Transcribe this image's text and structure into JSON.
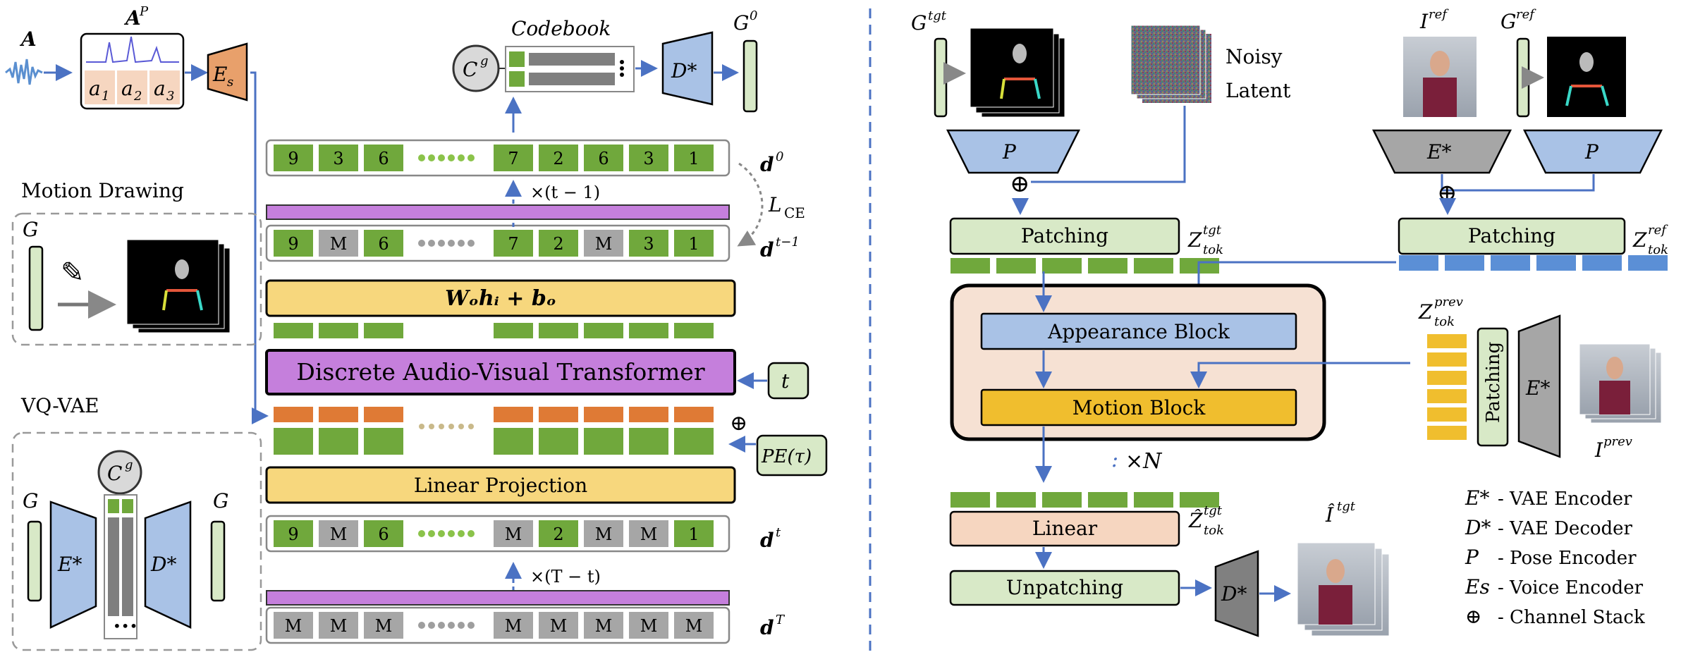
{
  "left": {
    "input_audio": "A",
    "audio_feature": "A",
    "audio_feature_sup": "P",
    "audio_segments": [
      "a",
      "a",
      "a"
    ],
    "audio_segment_subs": [
      "1",
      "2",
      "3"
    ],
    "voice_encoder": "E",
    "voice_encoder_sub": "s",
    "codebook_title": "Codebook",
    "codebook_symbol": "C",
    "codebook_symbol_sup": "g",
    "decoder_symbol": "D*",
    "g0_label": "G",
    "g0_sup": "0",
    "d0_tokens": [
      "9",
      "3",
      "6",
      "7",
      "2",
      "6",
      "3",
      "1"
    ],
    "d0_label": "d",
    "d0_sup": "0",
    "dt1_tokens": [
      "9",
      "M",
      "6",
      "7",
      "2",
      "M",
      "3",
      "1"
    ],
    "dt1_label": "d",
    "dt1_sup": "t−1",
    "iter_label_top": "×(t − 1)",
    "loss_label": "L",
    "loss_sub": "CE",
    "output_layer": "Wₒhᵢ + bₒ",
    "transformer_label": "Discrete Audio-Visual Transformer",
    "time_input": "t",
    "pe_input": "PE(τ)",
    "linear_projection": "Linear Projection",
    "dt_tokens": [
      "9",
      "M",
      "6",
      "M",
      "2",
      "M",
      "M",
      "1"
    ],
    "dt_label": "d",
    "dt_sup": "t",
    "iter_label_bottom": "×(T − t)",
    "dT_tokens": [
      "M",
      "M",
      "M",
      "M",
      "M",
      "M",
      "M",
      "M"
    ],
    "dT_label": "d",
    "dT_sup": "T",
    "motion_drawing_title": "Motion Drawing",
    "motion_g_label": "G",
    "vqvae_title": "VQ-VAE",
    "vq_g_left": "G",
    "vq_g_right": "G",
    "vq_encoder": "E*",
    "vq_decoder": "D*",
    "vq_codebook": "C",
    "vq_codebook_sup": "g"
  },
  "right": {
    "gtgt_label": "G",
    "gtgt_sup": "tgt",
    "noisy_latent_label_1": "Noisy",
    "noisy_latent_label_2": "Latent",
    "pose_encoder_left": "P",
    "patching_left": "Patching",
    "z_tgt_label": "Z",
    "z_tgt_sup": "tgt",
    "z_tgt_sub": "tok",
    "iref_label": "I",
    "iref_sup": "ref",
    "gref_label": "G",
    "gref_sup": "ref",
    "vae_encoder_ref": "E*",
    "pose_encoder_right": "P",
    "patching_ref": "Patching",
    "z_ref_label": "Z",
    "z_ref_sup": "ref",
    "z_ref_sub": "tok",
    "appearance_block": "Appearance Block",
    "motion_block": "Motion Block",
    "repeat_label": "×N",
    "z_prev_label": "Z",
    "z_prev_sup": "prev",
    "z_prev_sub": "tok",
    "patching_prev": "Patching",
    "vae_encoder_prev": "E*",
    "iprev_label": "I",
    "iprev_sup": "prev",
    "z_hat_label": "Ẑ",
    "z_hat_sup": "tgt",
    "z_hat_sub": "tok",
    "linear_block": "Linear",
    "unpatching_block": "Unpatching",
    "decoder_out": "D*",
    "ihat_label": "Î",
    "ihat_sup": "tgt",
    "legend": [
      {
        "symbol": "E*",
        "text": " - VAE Encoder"
      },
      {
        "symbol": "D*",
        "text": " - VAE Decoder"
      },
      {
        "symbol": "P",
        "text": "   - Pose Encoder"
      },
      {
        "symbol": "Es",
        "text": " - Voice Encoder"
      },
      {
        "symbol": "⊕",
        "text": " - Channel Stack"
      }
    ]
  },
  "colors": {
    "green_token": "#70a83c",
    "gray_token": "#a6a6a6",
    "orange_token": "#df7a35",
    "purple_bar": "#c57fdc",
    "yellow_box": "#f7d77d",
    "blue_box": "#a9c2e6",
    "light_green_box": "#d8e9c7",
    "peach_box": "#f6d6c0",
    "arrow_blue": "#4b72c3",
    "divider_blue": "#4b72c3",
    "dark_gray_trap": "#999999"
  }
}
